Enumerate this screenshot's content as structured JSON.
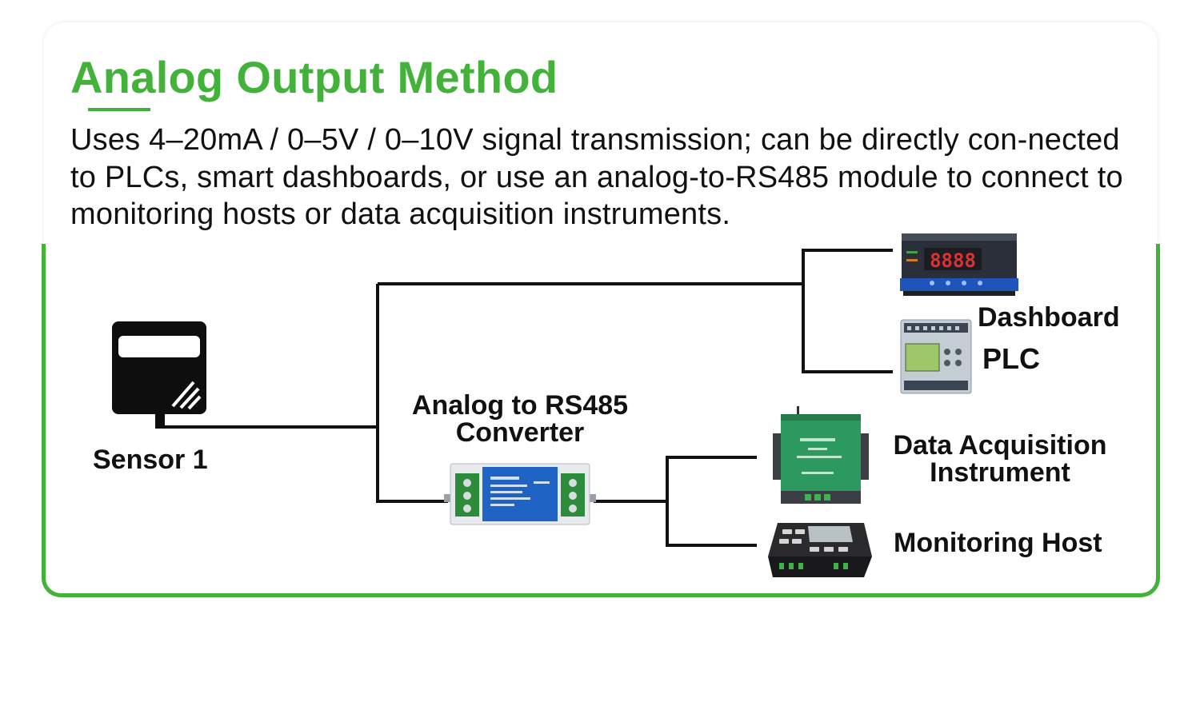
{
  "title": "Analog Output Method",
  "description": "Uses 4–20mA / 0–5V / 0–10V signal transmission; can be directly con-nected to PLCs, smart dashboards, or use an analog-to-RS485 module to connect to monitoring hosts or data acquisition instruments.",
  "nodes": {
    "sensor": "Sensor 1",
    "converter": "Analog to RS485 Converter",
    "dashboard": "Dashboard",
    "plc": "PLC",
    "daq": "Data Acquisition Instrument",
    "host": "Monitoring Host"
  },
  "dashboard_display": "8888",
  "colors": {
    "accent": "#43b23a",
    "text": "#111111",
    "wire": "#111111",
    "converter_blue": "#1f63c4",
    "daq_green": "#2c9a5e",
    "dashboard_body": "#2a2f3a",
    "plc_body": "#c4ccd4"
  },
  "icons": [
    "sensor-icon",
    "converter-icon",
    "dashboard-icon",
    "plc-icon",
    "daq-icon",
    "monitoring-host-icon"
  ]
}
